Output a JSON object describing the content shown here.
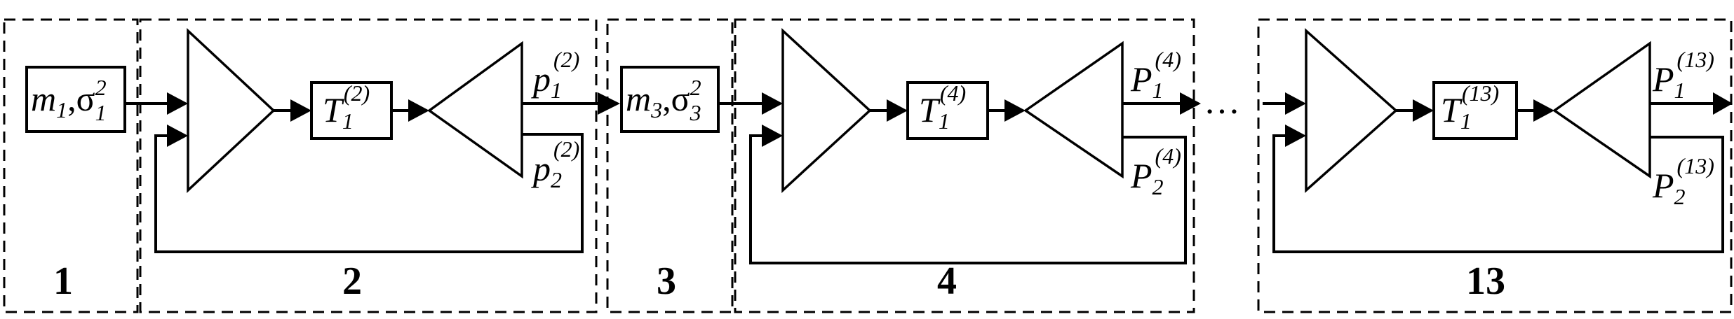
{
  "blocks": {
    "b1": {
      "number": "1",
      "label": {
        "m": "m",
        "mi": "1",
        "sig": "σ",
        "sigSup": "2",
        "sigSub": "1"
      }
    },
    "b2": {
      "number": "2",
      "t": {
        "base": "T",
        "sub": "1",
        "sup": "(2)"
      },
      "out1": {
        "base": "p",
        "sub": "1",
        "sup": "(2)"
      },
      "out2": {
        "base": "p",
        "sub": "2",
        "sup": "(2)"
      }
    },
    "b3": {
      "number": "3",
      "label": {
        "m": "m",
        "mi": "3",
        "sig": "σ",
        "sigSup": "2",
        "sigSub": "3"
      }
    },
    "b4": {
      "number": "4",
      "t": {
        "base": "T",
        "sub": "1",
        "sup": "(4)"
      },
      "out1": {
        "base": "P",
        "sub": "1",
        "sup": "(4)"
      },
      "out2": {
        "base": "P",
        "sub": "2",
        "sup": "(4)"
      }
    },
    "b13": {
      "number": "13",
      "t": {
        "base": "T",
        "sub": "1",
        "sup": "(13)"
      },
      "out1": {
        "base": "P",
        "sub": "1",
        "sup": "(13)"
      },
      "out2": {
        "base": "P",
        "sub": "2",
        "sup": "(13)"
      }
    }
  },
  "ellipsis": "…"
}
